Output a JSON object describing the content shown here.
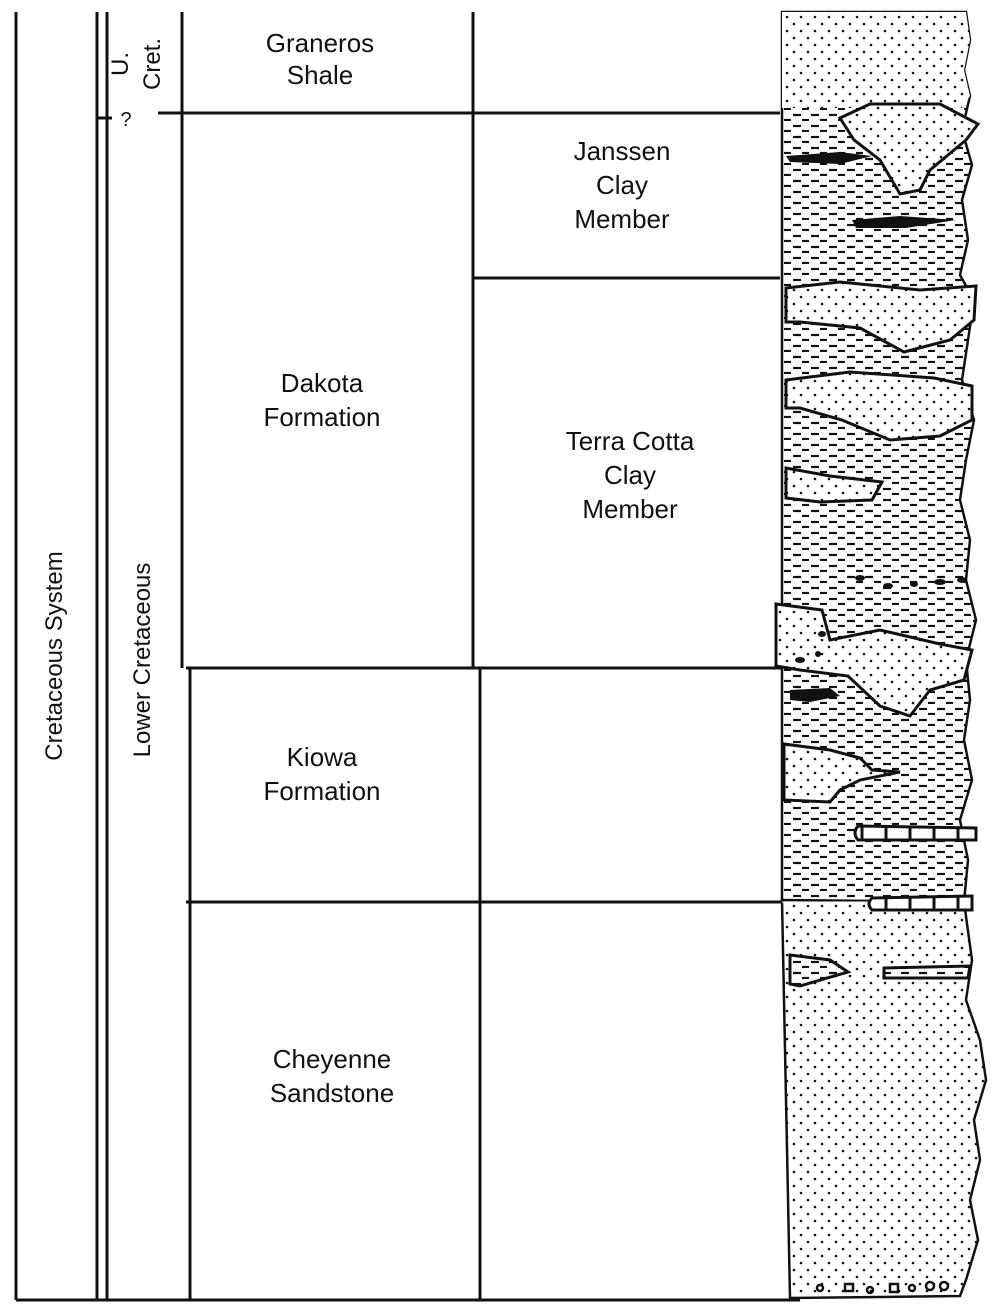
{
  "columns": {
    "system": "Cretaceous System",
    "series_lower": "Lower Cretaceous",
    "series_upper": [
      "U.",
      "Cret."
    ],
    "boundary_query": "?"
  },
  "formations": {
    "graneros": [
      "Graneros",
      "Shale"
    ],
    "dakota": [
      "Dakota",
      "Formation"
    ],
    "kiowa": [
      "Kiowa",
      "Formation"
    ],
    "cheyenne": [
      "Cheyenne",
      "Sandstone"
    ]
  },
  "members": {
    "janssen": [
      "Janssen",
      "Clay",
      "Member"
    ],
    "terra_cotta": [
      "Terra Cotta",
      "Clay",
      "Member"
    ]
  },
  "colors": {
    "ink": "#111111",
    "paper": "#ffffff"
  },
  "lithology_patterns": [
    "sandstone-dot-pattern",
    "shale-dash-pattern",
    "lignite-lens",
    "limestone-bed",
    "conglomerate-pebbles"
  ]
}
